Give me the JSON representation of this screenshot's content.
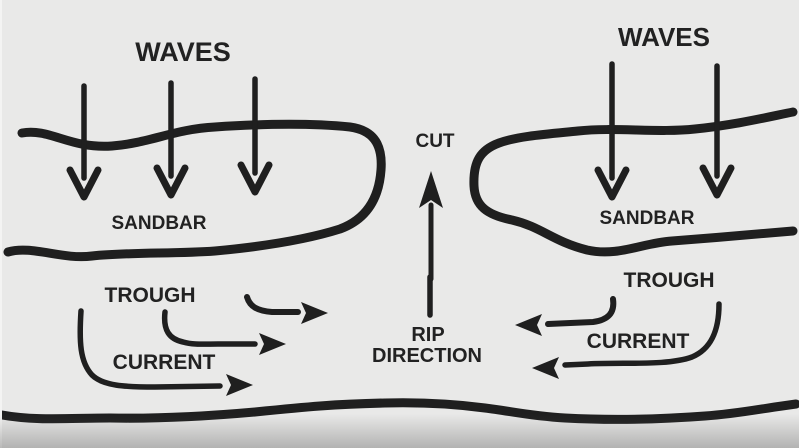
{
  "figure": {
    "title_semantic": "rip-current-formation-diagram",
    "background_color": "#e9e9e8",
    "ink_color": "#1f1f1f"
  },
  "labels": {
    "waves_left": "WAVES",
    "waves_right": "WAVES",
    "sandbar_left": "SANDBAR",
    "sandbar_right": "SANDBAR",
    "trough_left": "TROUGH",
    "trough_right": "TROUGH",
    "current_left": "CURRENT",
    "current_right": "CURRENT",
    "cut": "CUT",
    "rip_line1": "RIP",
    "rip_line2": "DIRECTION"
  }
}
